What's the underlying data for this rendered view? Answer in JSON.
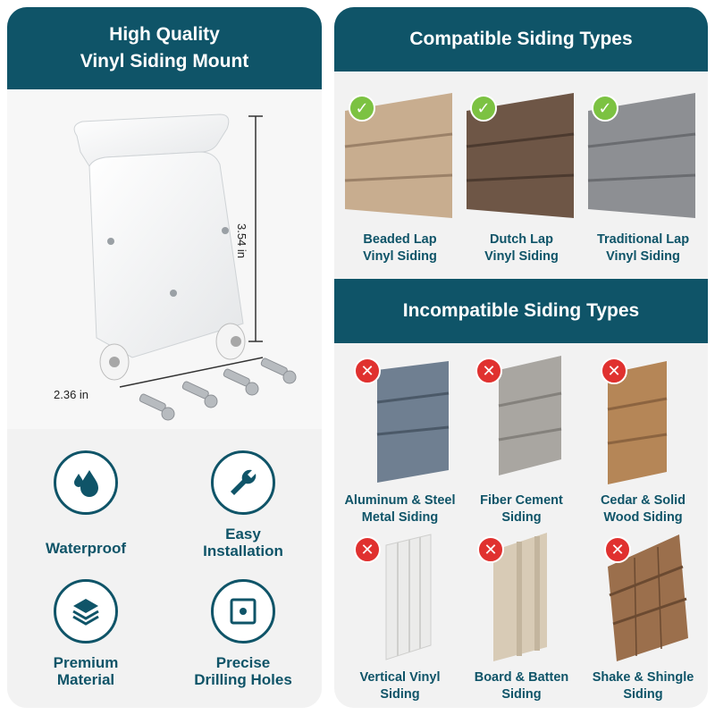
{
  "left": {
    "title_line1": "High Quality",
    "title_line2": "Vinyl Siding Mount",
    "height_dim": "3.54 in",
    "width_dim": "2.36 in",
    "features": [
      {
        "label_line1": "Waterproof",
        "label_line2": "",
        "icon": "water-drops-icon"
      },
      {
        "label_line1": "Easy",
        "label_line2": "Installation",
        "icon": "wrench-icon"
      },
      {
        "label_line1": "Premium",
        "label_line2": "Material",
        "icon": "layers-icon"
      },
      {
        "label_line1": "Precise",
        "label_line2": "Drilling Holes",
        "icon": "drill-hole-icon"
      }
    ]
  },
  "compatible": {
    "title": "Compatible Siding Types",
    "items": [
      {
        "line1": "Beaded Lap",
        "line2": "Vinyl Siding",
        "color": "#c8ad8f"
      },
      {
        "line1": "Dutch Lap",
        "line2": "Vinyl Siding",
        "color": "#6e5646"
      },
      {
        "line1": "Traditional Lap",
        "line2": "Vinyl Siding",
        "color": "#8d8f93"
      }
    ]
  },
  "incompatible": {
    "title": "Incompatible Siding Types",
    "items": [
      {
        "line1": "Aluminum & Steel",
        "line2": "Metal Siding",
        "color": "#6f7f91"
      },
      {
        "line1": "Fiber Cement",
        "line2": "Siding",
        "color": "#a9a6a1"
      },
      {
        "line1": "Cedar & Solid",
        "line2": "Wood Siding",
        "color": "#b58657"
      },
      {
        "line1": "Vertical Vinyl",
        "line2": "Siding",
        "color": "#ebebea"
      },
      {
        "line1": "Board & Batten",
        "line2": "Siding",
        "color": "#d8cbb6"
      },
      {
        "line1": "Shake & Shingle",
        "line2": "Siding",
        "color": "#9b6f4c"
      }
    ]
  },
  "colors": {
    "brand": "#0f5468",
    "check": "#7cc242",
    "cross": "#e0312f"
  }
}
